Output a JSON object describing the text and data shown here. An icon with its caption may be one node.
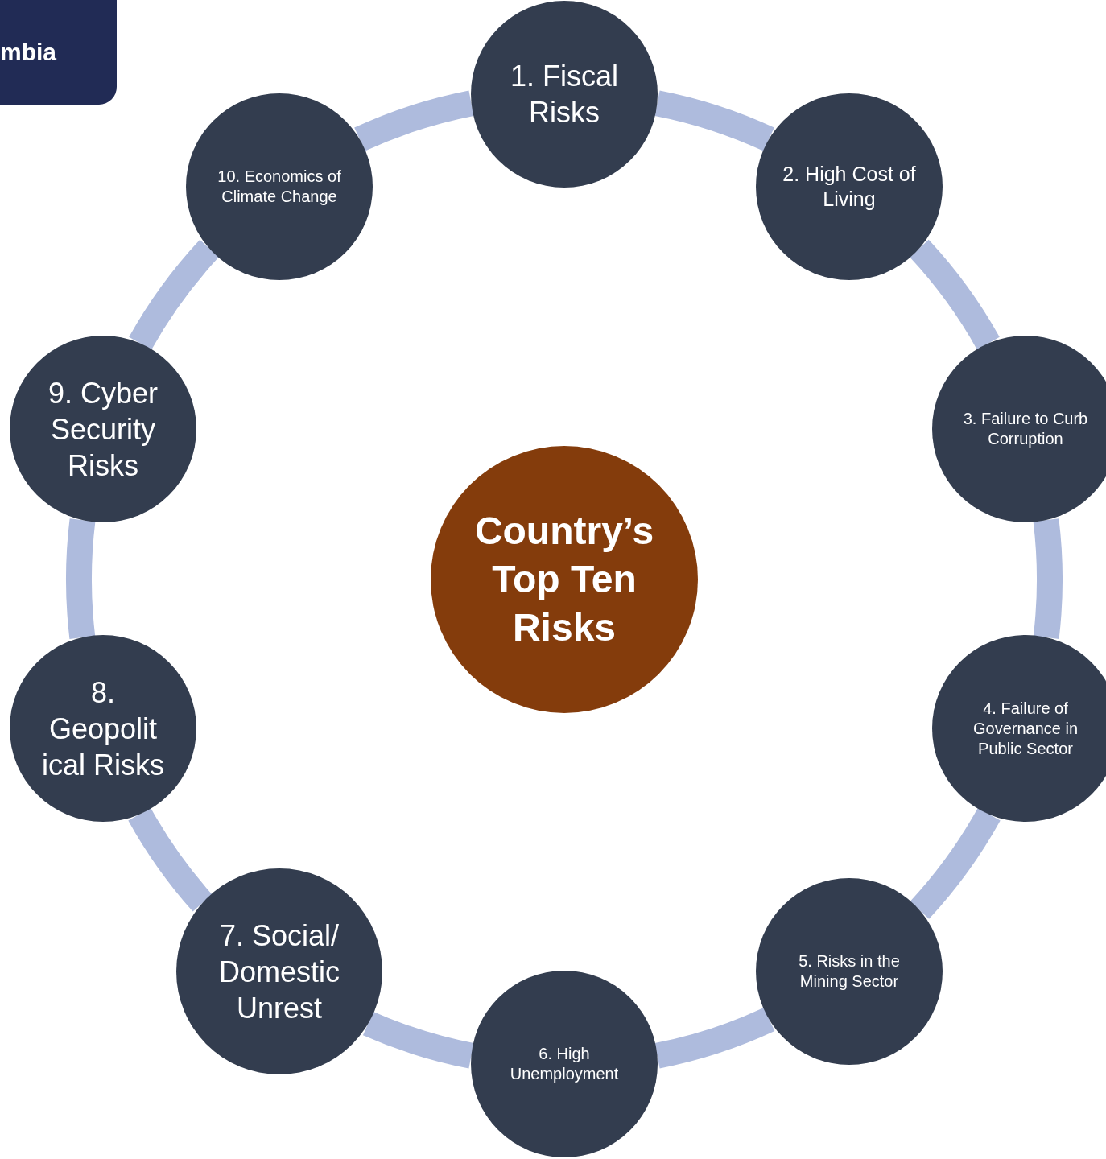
{
  "diagram": {
    "nodes": [
      {
        "text": [
          "mbia"
        ]
      },
      {
        "text": [
          "Country’s Top Ten Risks"
        ]
      },
      {
        "text": [
          "1. Fiscal Risks"
        ]
      },
      {
        "text": [
          "2. High Cost of Living"
        ]
      },
      {
        "text": [
          "3. Failure to Curb Corruption"
        ]
      },
      {
        "text": [
          "4. Failure of Governance in Public Sector"
        ]
      },
      {
        "text": [
          "5. Risks in the Mining Sector"
        ]
      },
      {
        "text": [
          "6. High Unemployment"
        ]
      },
      {
        "text": [
          "7. Social/ Domestic Unrest"
        ]
      },
      {
        "text": [
          "8. Geopolit ical Risks"
        ]
      },
      {
        "text": [
          "9. Cyber Security Risks"
        ]
      },
      {
        "text": [
          "10. Economics of Climate Change"
        ]
      }
    ],
    "edges": [
      {
        "from": 2,
        "to": 3,
        "arrow": "none"
      },
      {
        "from": 3,
        "to": 4,
        "arrow": "none"
      },
      {
        "from": 4,
        "to": 5,
        "arrow": "none"
      },
      {
        "from": 5,
        "to": 6,
        "arrow": "none"
      },
      {
        "from": 6,
        "to": 7,
        "arrow": "none"
      },
      {
        "from": 7,
        "to": 8,
        "arrow": "none"
      },
      {
        "from": 8,
        "to": 9,
        "arrow": "none"
      },
      {
        "from": 9,
        "to": 10,
        "arrow": "none"
      },
      {
        "from": 10,
        "to": 11,
        "arrow": "none"
      },
      {
        "from": 11,
        "to": 2,
        "arrow": "none"
      }
    ]
  }
}
